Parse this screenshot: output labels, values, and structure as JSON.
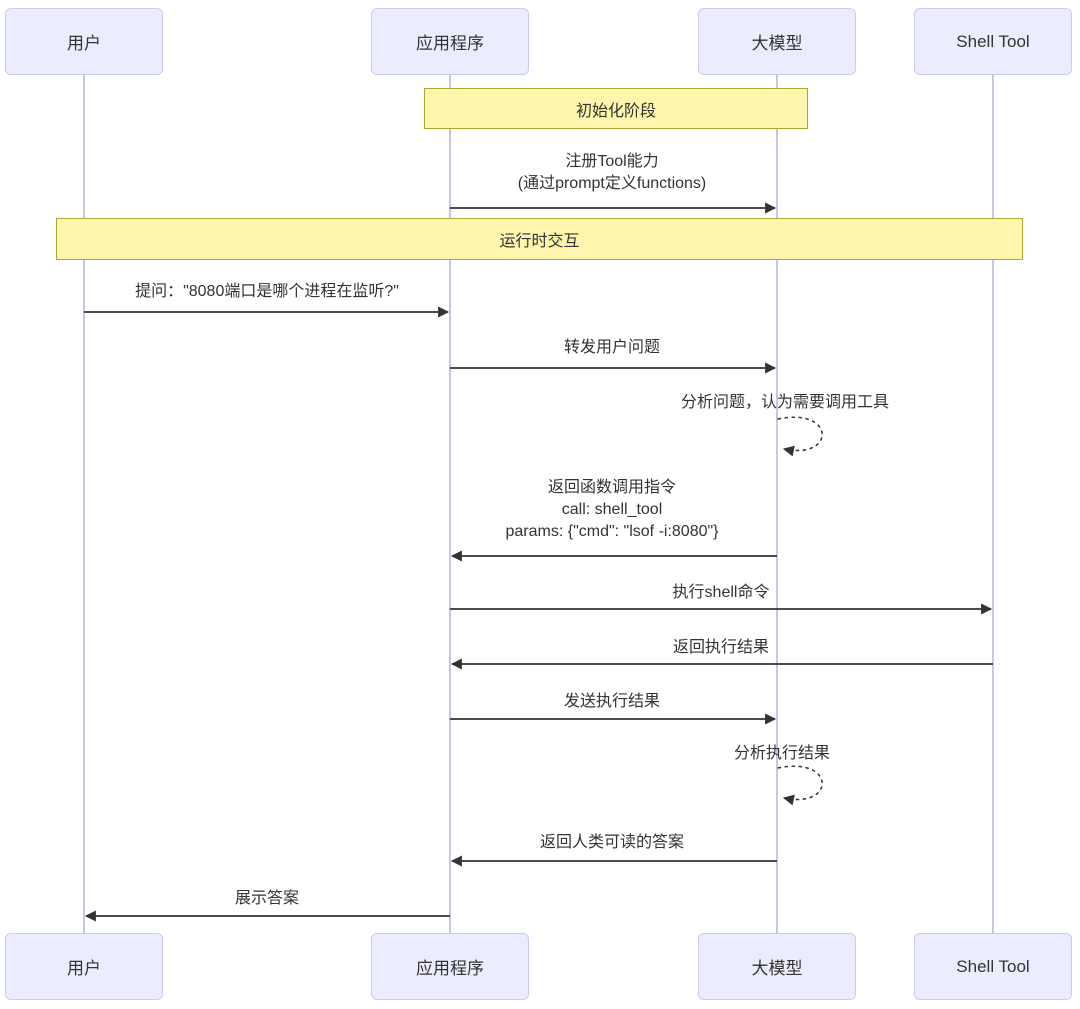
{
  "participants": [
    {
      "id": "user",
      "label": "用户"
    },
    {
      "id": "app",
      "label": "应用程序"
    },
    {
      "id": "llm",
      "label": "大模型"
    },
    {
      "id": "shell",
      "label": "Shell Tool"
    }
  ],
  "dividers": {
    "init": "初始化阶段",
    "runtime": "运行时交互"
  },
  "messages": {
    "register": [
      "注册Tool能力",
      "(通过prompt定义functions)"
    ],
    "ask": "提问：\"8080端口是哪个进程在监听?\"",
    "forward": "转发用户问题",
    "analyze_question": "分析问题，认为需要调用工具",
    "return_call": [
      "返回函数调用指令",
      "call: shell_tool",
      "params: {\"cmd\": \"lsof -i:8080\"}"
    ],
    "exec_shell": "执行shell命令",
    "return_result": "返回执行结果",
    "send_result": "发送执行结果",
    "analyze_result": "分析执行结果",
    "return_answer": "返回人类可读的答案",
    "show_answer": "展示答案"
  },
  "colors": {
    "actor_fill": "#ECECFF",
    "actor_border": "#CFC9EE",
    "note_fill": "#FFF5AD",
    "note_border": "#AAAA33",
    "arrow": "#333333",
    "lifeline": "#C9C5E8",
    "text": "#333333"
  }
}
